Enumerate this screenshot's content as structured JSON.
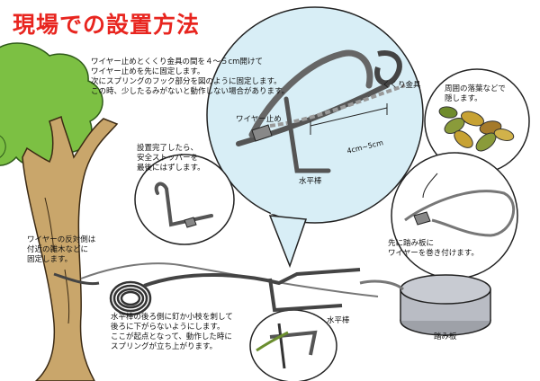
{
  "title": "現場での設置方法",
  "notes": {
    "top": [
      "ワイヤー止めとくくり金具の間を４～５cm開けて",
      "ワイヤー止めを先に固定します。",
      "次にスプリングのフック部分を図のように固定します。",
      "この時、少したるみがないと動作しない場合があります。"
    ],
    "safety": [
      "設置完了したら、",
      "安全ストッパーを",
      "最後にはずします。"
    ],
    "wire_end": [
      "ワイヤーの反対側は",
      "付近の雑木などに",
      "固定します。"
    ],
    "leaves": [
      "周囲の落葉などで",
      "隠します。"
    ],
    "plate_wire": [
      "先に踏み板に",
      "ワイヤーを巻き付けます。"
    ],
    "bottom": [
      "水平棒の後ろ側に釘か小枝を刺して",
      "後ろに下がらないようにします。",
      "ここが起点となって、動作した時に",
      "スプリングが立ち上がります。"
    ]
  },
  "labels": {
    "kukuri": "くくり金具",
    "wire_stop": "ワイヤー止め",
    "gap": "4cm~5cm",
    "horizontal_bar_top": "水平棒",
    "horizontal_bar_bottom": "水平棒",
    "plate": "踏み板"
  },
  "colors": {
    "title": "#e8251f",
    "tree_green": "#7cc043",
    "trunk": "#c9a66b",
    "bubble": "#d8eef6",
    "plate_gray": "#b9bcc4"
  }
}
